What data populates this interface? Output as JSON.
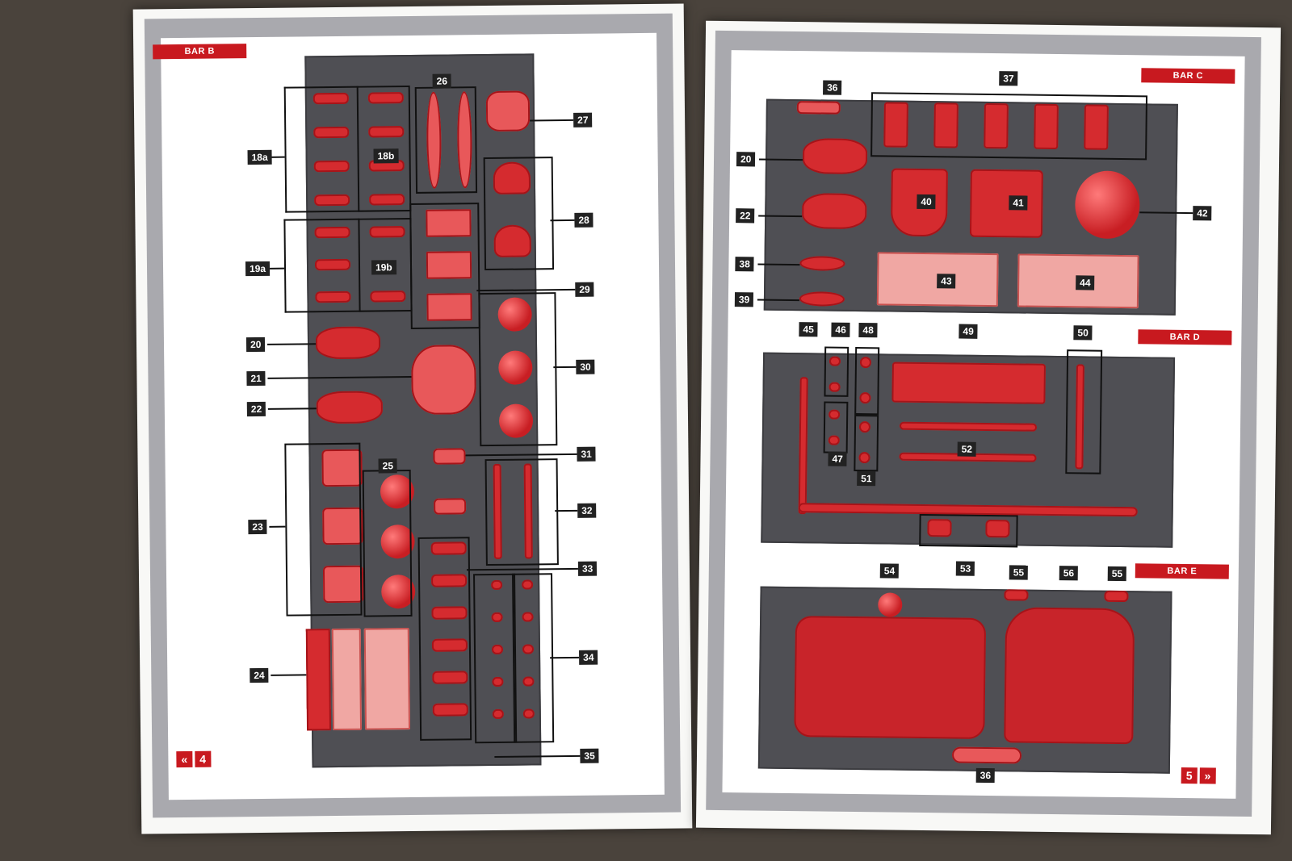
{
  "left_page": {
    "bar_tag": "BAR B",
    "page_number": "4",
    "prev_icon": "double-chevron-left-icon",
    "labels": [
      "18a",
      "18b",
      "19a",
      "19b",
      "20",
      "21",
      "22",
      "23",
      "24",
      "25",
      "26",
      "27",
      "28",
      "29",
      "30",
      "31",
      "32",
      "33",
      "34",
      "35"
    ]
  },
  "right_page": {
    "bar_c_tag": "BAR C",
    "bar_d_tag": "BAR D",
    "bar_e_tag": "BAR E",
    "page_number": "5",
    "next_icon": "double-chevron-right-icon",
    "labels_c": [
      "36",
      "37",
      "20",
      "22",
      "38",
      "39",
      "40",
      "41",
      "42",
      "43",
      "44"
    ],
    "labels_d": [
      "45",
      "46",
      "48",
      "49",
      "50",
      "47",
      "51",
      "52",
      "53"
    ],
    "labels_e": [
      "54",
      "55",
      "56",
      "55",
      "36"
    ]
  },
  "colors": {
    "accent_red": "#c8191f",
    "sprue_grey": "#4f4f54",
    "part_red": "#d52b2f"
  }
}
